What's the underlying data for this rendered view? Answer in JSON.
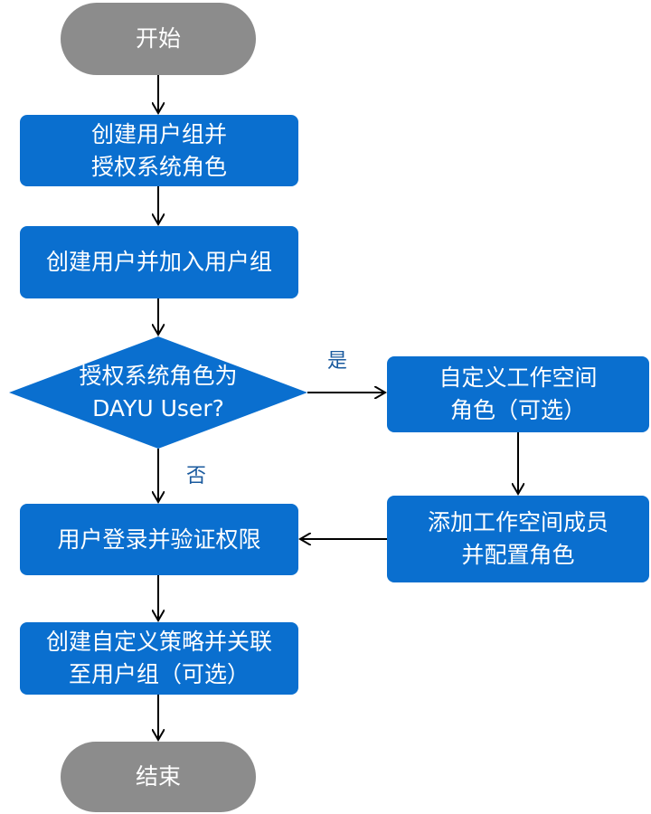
{
  "colors": {
    "terminal_fill": "#8c8c8c",
    "process_fill": "#0a6fcf",
    "text": "#ffffff",
    "arrow": "#000000",
    "edge_label": "#1a5a9e"
  },
  "nodes": {
    "start": "开始",
    "create_group": [
      "创建用户组并",
      "授权系统角色"
    ],
    "create_user": "创建用户并加入用户组",
    "decision": [
      "授权系统角色为",
      "DAYU User?"
    ],
    "custom_role": [
      "自定义工作空间",
      "角色（可选）"
    ],
    "add_member": [
      "添加工作空间成员",
      "并配置角色"
    ],
    "login": "用户登录并验证权限",
    "custom_policy": [
      "创建自定义策略并关联",
      "至用户组（可选）"
    ],
    "end": "结束"
  },
  "edge_labels": {
    "yes": "是",
    "no": "否"
  }
}
